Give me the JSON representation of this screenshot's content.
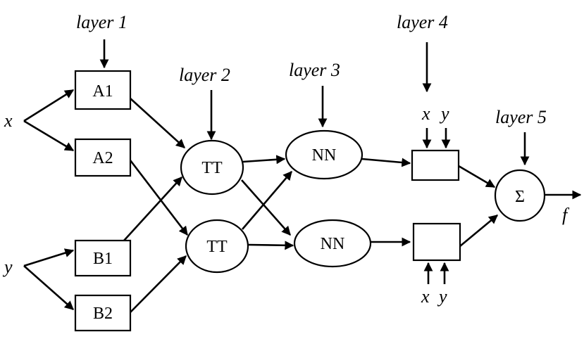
{
  "layers": {
    "l1": "layer 1",
    "l2": "layer 2",
    "l3": "layer 3",
    "l4": "layer 4",
    "l5": "layer 5"
  },
  "inputs": {
    "x": "x",
    "y": "y"
  },
  "nodes": {
    "a1": "A1",
    "a2": "A2",
    "b1": "B1",
    "b2": "B2",
    "tt1": "TT",
    "tt2": "TT",
    "nn1": "NN",
    "nn2": "NN",
    "sum": "Σ"
  },
  "layer4_inputs": {
    "top_x": "x",
    "top_y": "y",
    "bottom_x": "x",
    "bottom_y": "y"
  },
  "output": "f"
}
